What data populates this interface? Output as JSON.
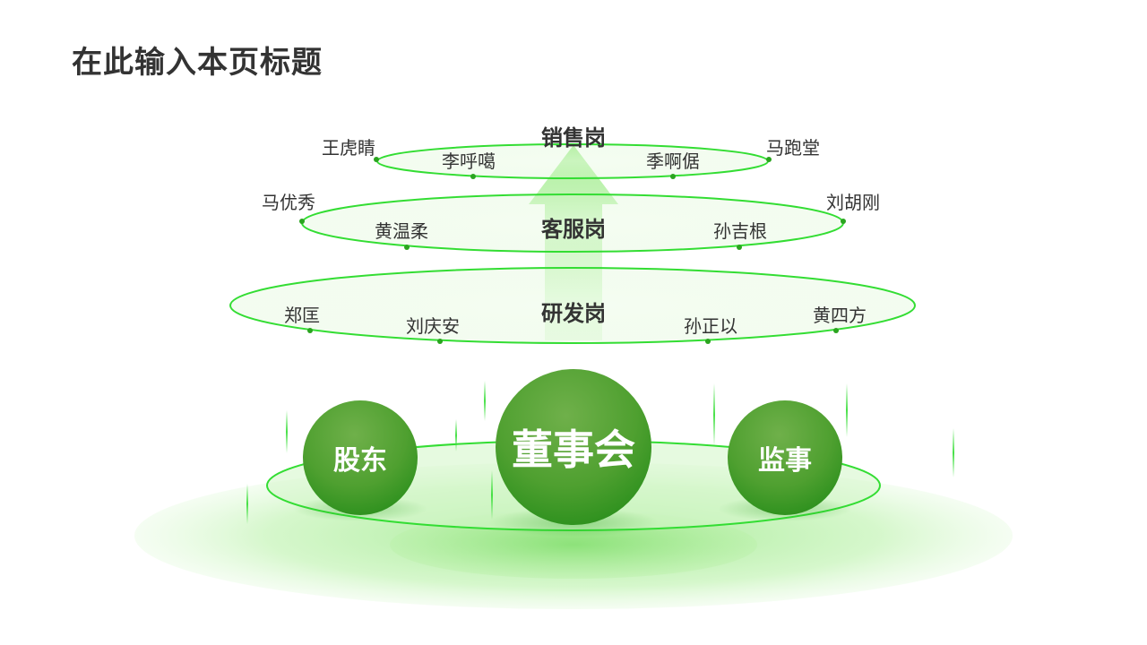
{
  "title": "在此输入本页标题",
  "colors": {
    "green_dark": "#2a9d1f",
    "green_mid": "#6ab04c",
    "green_light": "#b8f0a6",
    "line": "#33dd33",
    "text": "#333333"
  },
  "tiers": [
    {
      "label": "销售岗",
      "people": [
        "王虎睛",
        "李呼噶",
        "季啊倨",
        "马跑堂"
      ]
    },
    {
      "label": "客服岗",
      "people": [
        "马优秀",
        "黄温柔",
        "孙吉根",
        "刘胡刚"
      ]
    },
    {
      "label": "研发岗",
      "people": [
        "郑匡",
        "刘庆安",
        "孙正以",
        "黄四方"
      ]
    }
  ],
  "base": {
    "left": "股东",
    "center": "董事会",
    "right": "监事"
  }
}
